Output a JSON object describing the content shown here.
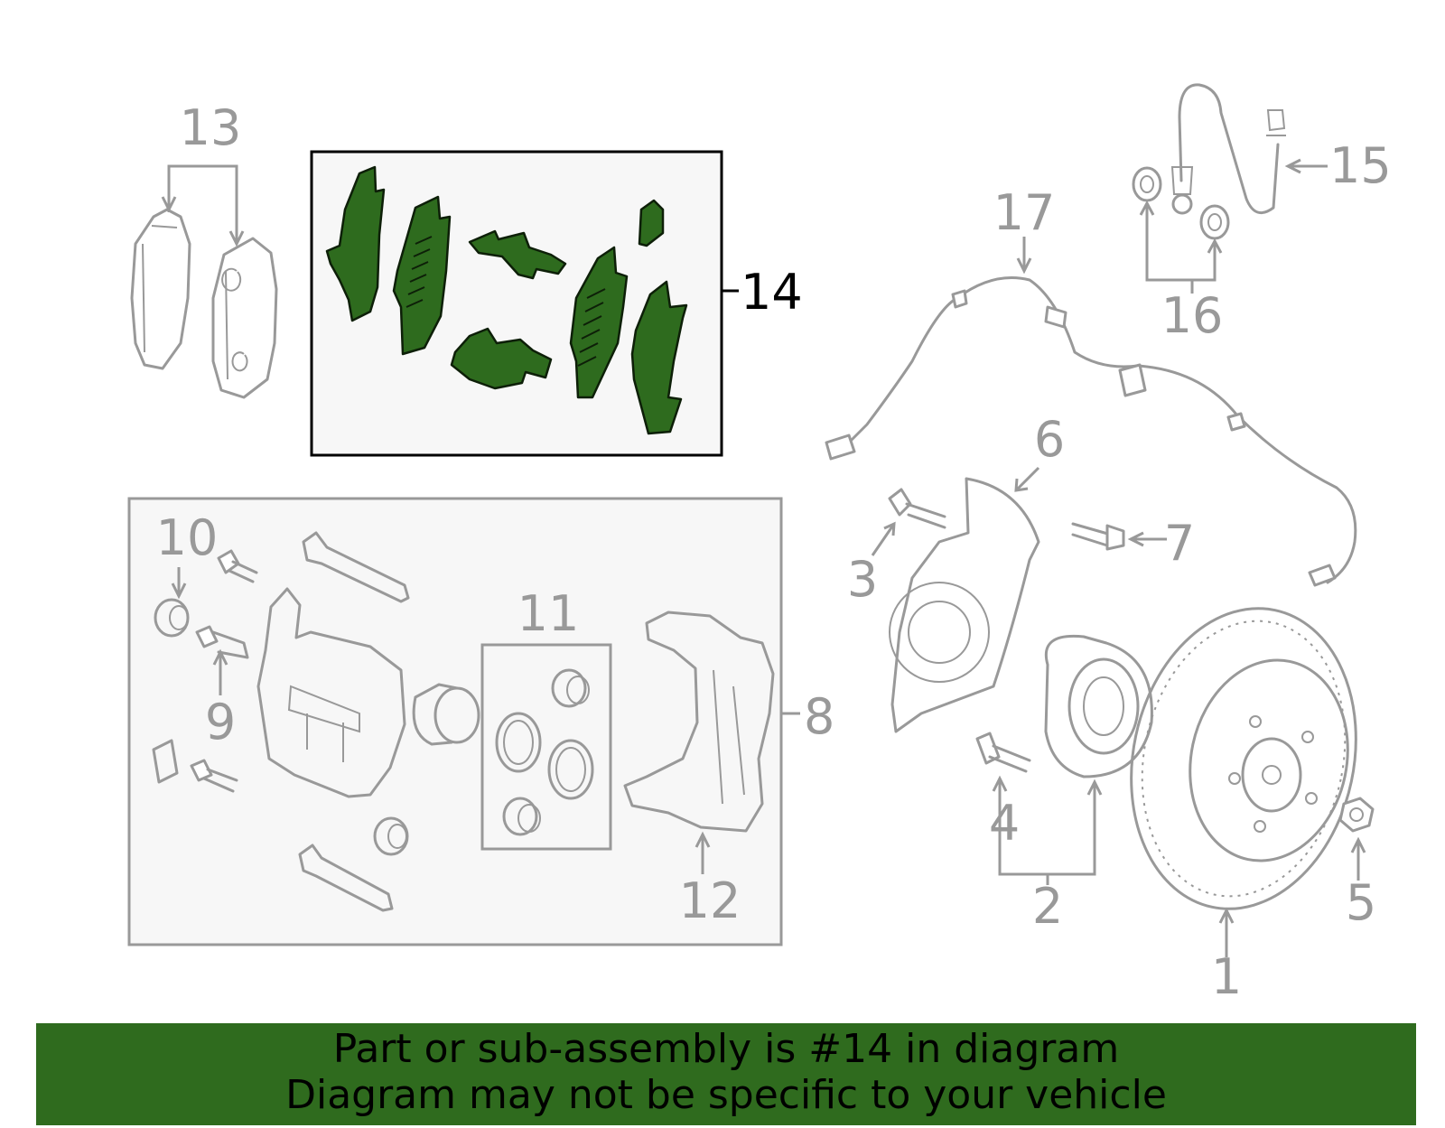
{
  "callouts": {
    "c1": "1",
    "c2": "2",
    "c3": "3",
    "c4": "4",
    "c5": "5",
    "c6": "6",
    "c7": "7",
    "c8": "8",
    "c9": "9",
    "c10": "10",
    "c11": "11",
    "c12": "12",
    "c13": "13",
    "c14": "14",
    "c15": "15",
    "c16": "16",
    "c17": "17"
  },
  "highlighted_part": "14",
  "colors": {
    "highlight": "#2e6b1e",
    "banner": "#2f6b1e",
    "lines": "#999999"
  },
  "banner": {
    "line1": "Part or sub-assembly is #14 in diagram",
    "line2": "Diagram may not be specific to your vehicle"
  }
}
